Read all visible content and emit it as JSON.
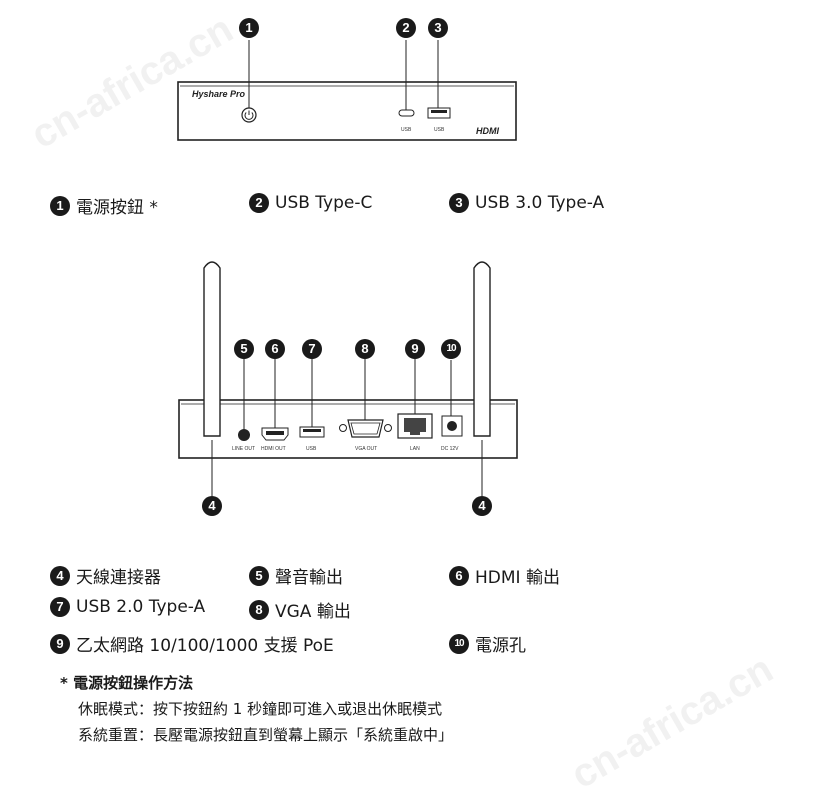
{
  "front": {
    "brand": "Hyshare Pro",
    "usb_c_label": "USB",
    "usb_a_label": "USB",
    "hdmi_logo": "HDMI"
  },
  "back": {
    "ports": {
      "line_out": "LINE OUT",
      "hdmi_out": "HDMI OUT",
      "usb": "USB",
      "vga_out": "VGA OUT",
      "lan": "LAN",
      "dc": "DC 12V"
    }
  },
  "callouts": [
    "1",
    "2",
    "3",
    "4",
    "5",
    "6",
    "7",
    "8",
    "9",
    "10"
  ],
  "legend_top": [
    {
      "num": "1",
      "text": "電源按鈕 *"
    },
    {
      "num": "2",
      "text": "USB Type-C"
    },
    {
      "num": "3",
      "text": "USB 3.0 Type-A"
    }
  ],
  "legend_bottom": [
    {
      "num": "4",
      "text": "天線連接器"
    },
    {
      "num": "5",
      "text": "聲音輸出"
    },
    {
      "num": "6",
      "text": "HDMI 輸出"
    },
    {
      "num": "7",
      "text": "USB 2.0 Type-A"
    },
    {
      "num": "8",
      "text": "VGA 輸出"
    },
    {
      "num": "9",
      "text": "乙太網路 10/100/1000 支援 PoE"
    },
    {
      "num": "10",
      "text": "電源孔"
    }
  ],
  "note": {
    "title": "* 電源按鈕操作方法",
    "lines": [
      "休眠模式：按下按鈕約 1 秒鐘即可進入或退出休眠模式",
      "系統重置：長壓電源按鈕直到螢幕上顯示「系統重啟中」"
    ]
  },
  "watermark": "cn-africa.cn"
}
